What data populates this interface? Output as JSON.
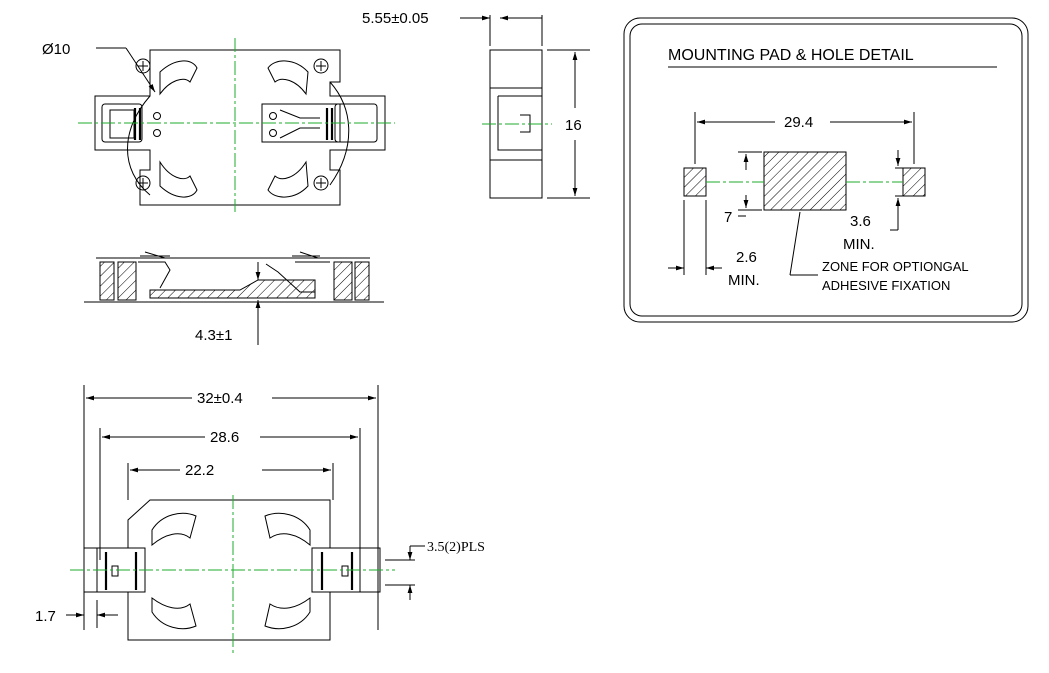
{
  "dimensions": {
    "diameter": "Ø10",
    "depth": "5.55±0.05",
    "height": "16",
    "clip_height": "4.3±1",
    "overall_length": "32±0.4",
    "pad_span": "28.6",
    "body_span": "22.2",
    "pitch": "3.5(2)PLS",
    "offset": "1.7"
  },
  "detail": {
    "title": "MOUNTING PAD & HOLE DETAIL",
    "pad_pitch": "29.4",
    "zone_height": "7",
    "pad_width_label": "3.6",
    "pad_width_min": "MIN.",
    "pad_gap_label": "2.6",
    "pad_gap_min": "MIN.",
    "zone_line1": "ZONE FOR OPTIONGAL",
    "zone_line2": "ADHESIVE FIXATION"
  },
  "colors": {
    "line": "#000000",
    "centerline": "#1fae2e",
    "background": "#ffffff"
  }
}
